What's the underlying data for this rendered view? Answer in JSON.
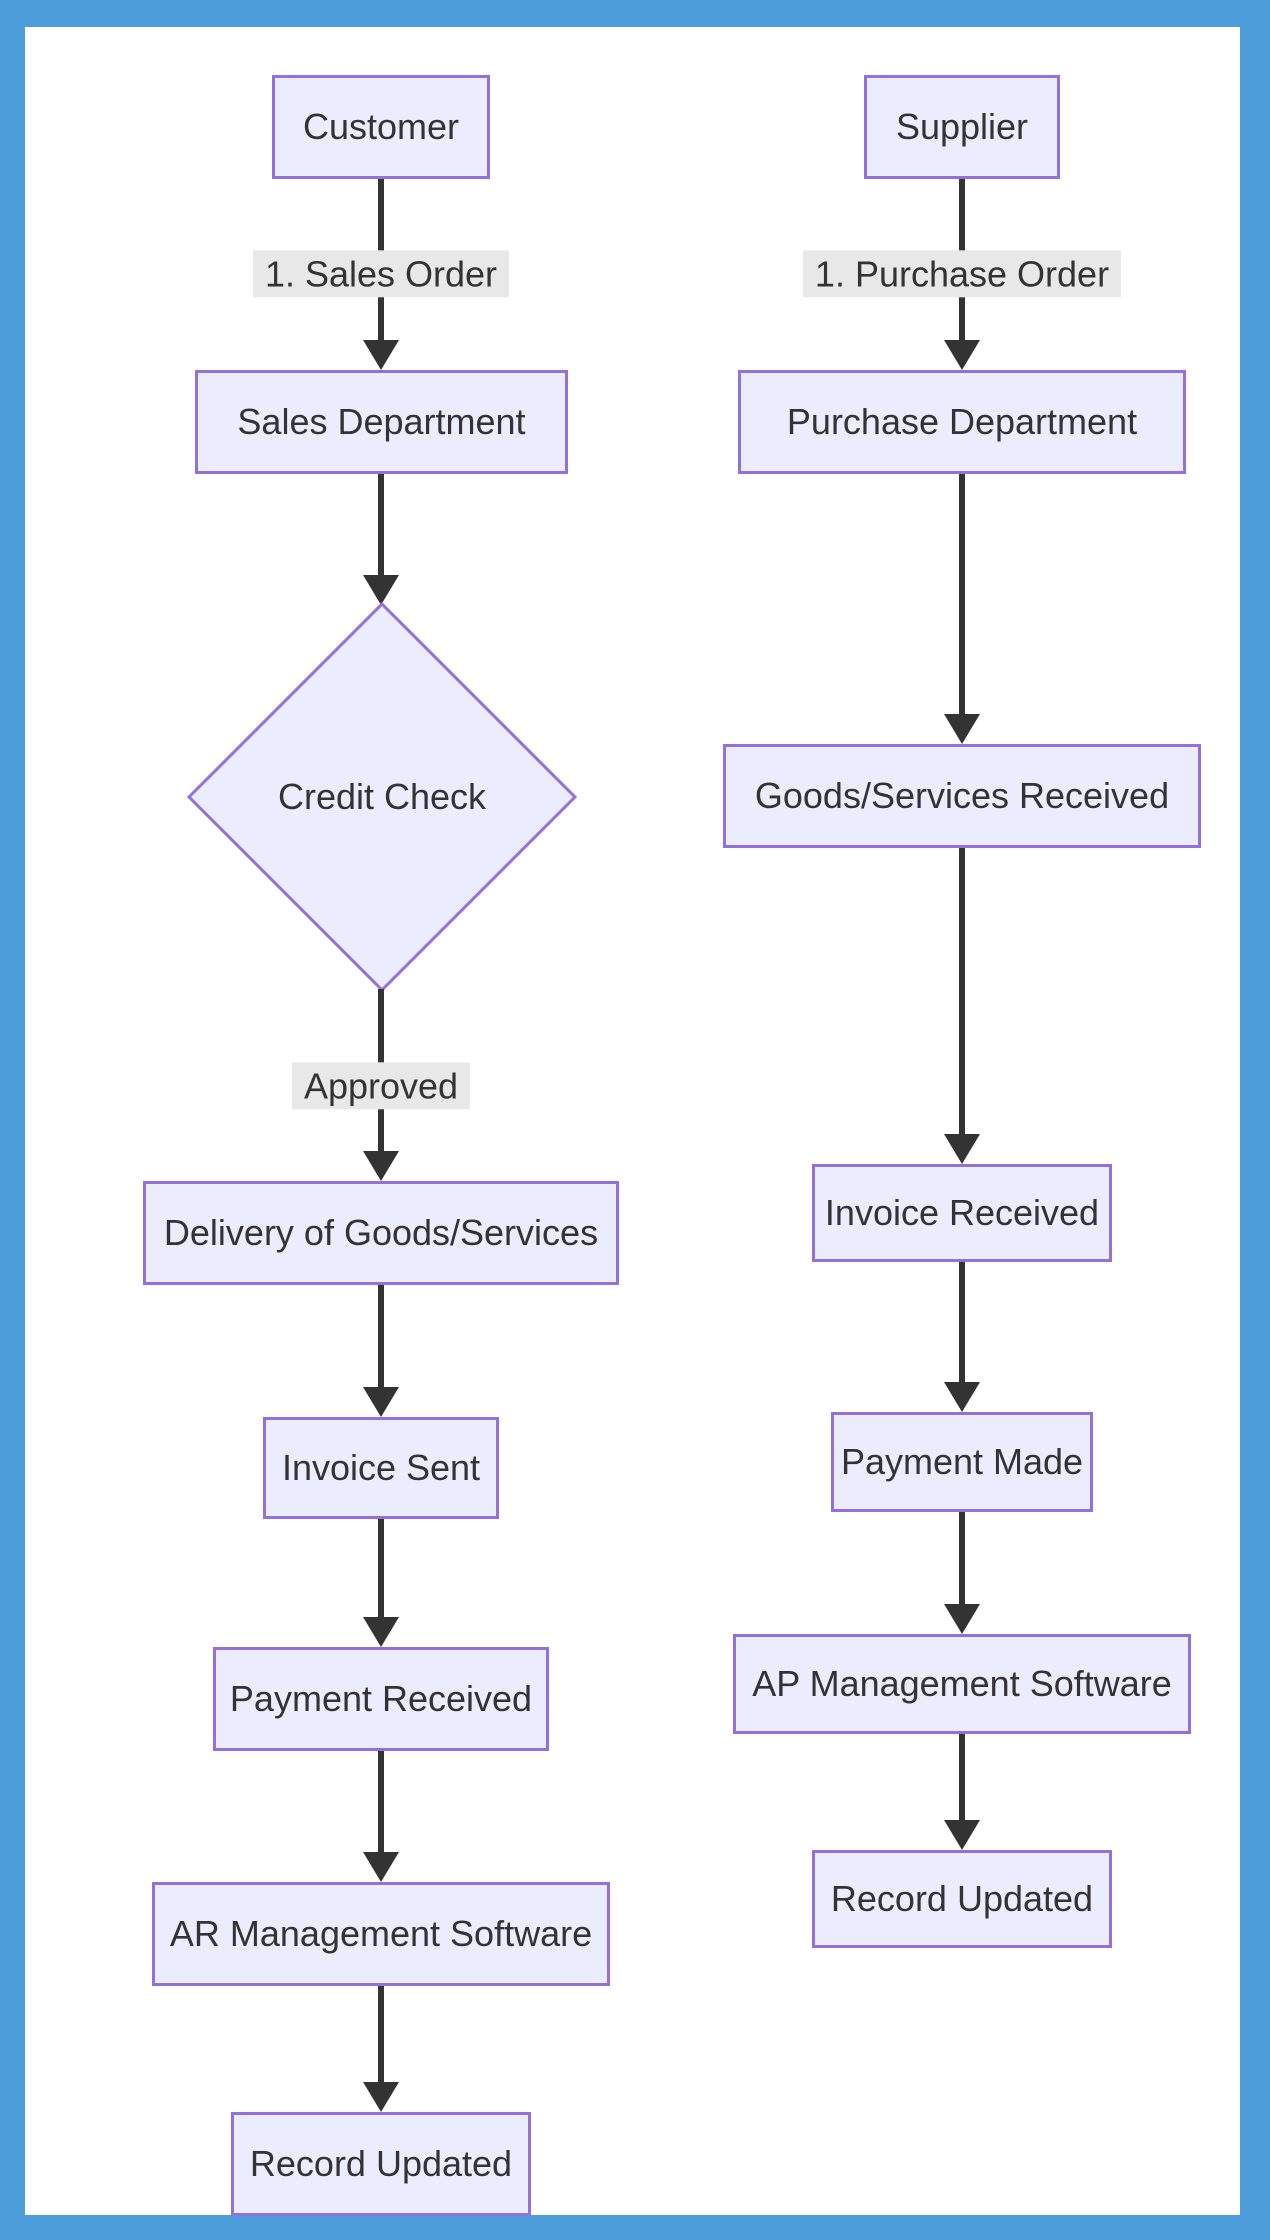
{
  "style": {
    "frame_color": "#4d9edb",
    "canvas_bg": "#ffffff",
    "node_fill": "#ececff",
    "node_border": "#9370db",
    "text_color": "#333333",
    "arrow_color": "#333333",
    "edge_label_bg": "#e8e8e8"
  },
  "diagram": {
    "type": "flowchart",
    "direction": "top-down",
    "columns": [
      {
        "nodes": [
          {
            "label": "Customer",
            "shape": "rect"
          },
          {
            "label": "Sales Department",
            "shape": "rect"
          },
          {
            "label": "Credit Check",
            "shape": "diamond"
          },
          {
            "label": "Delivery of Goods/Services",
            "shape": "rect"
          },
          {
            "label": "Invoice Sent",
            "shape": "rect"
          },
          {
            "label": "Payment Received",
            "shape": "rect"
          },
          {
            "label": "AR Management Software",
            "shape": "rect"
          },
          {
            "label": "Record Updated",
            "shape": "rect"
          }
        ],
        "edges": [
          {
            "from": "Customer",
            "to": "Sales Department",
            "label": "1. Sales Order"
          },
          {
            "from": "Sales Department",
            "to": "Credit Check",
            "label": ""
          },
          {
            "from": "Credit Check",
            "to": "Delivery of Goods/Services",
            "label": "Approved"
          },
          {
            "from": "Delivery of Goods/Services",
            "to": "Invoice Sent",
            "label": ""
          },
          {
            "from": "Invoice Sent",
            "to": "Payment Received",
            "label": ""
          },
          {
            "from": "Payment Received",
            "to": "AR Management Software",
            "label": ""
          },
          {
            "from": "AR Management Software",
            "to": "Record Updated",
            "label": ""
          }
        ]
      },
      {
        "nodes": [
          {
            "label": "Supplier",
            "shape": "rect"
          },
          {
            "label": "Purchase Department",
            "shape": "rect"
          },
          {
            "label": "Goods/Services Received",
            "shape": "rect"
          },
          {
            "label": "Invoice Received",
            "shape": "rect"
          },
          {
            "label": "Payment Made",
            "shape": "rect"
          },
          {
            "label": "AP Management Software",
            "shape": "rect"
          },
          {
            "label": "Record Updated",
            "shape": "rect"
          }
        ],
        "edges": [
          {
            "from": "Supplier",
            "to": "Purchase Department",
            "label": "1. Purchase Order"
          },
          {
            "from": "Purchase Department",
            "to": "Goods/Services Received",
            "label": ""
          },
          {
            "from": "Goods/Services Received",
            "to": "Invoice Received",
            "label": ""
          },
          {
            "from": "Invoice Received",
            "to": "Payment Made",
            "label": ""
          },
          {
            "from": "Payment Made",
            "to": "AP Management Software",
            "label": ""
          },
          {
            "from": "AP Management Software",
            "to": "Record Updated",
            "label": ""
          }
        ]
      }
    ]
  }
}
